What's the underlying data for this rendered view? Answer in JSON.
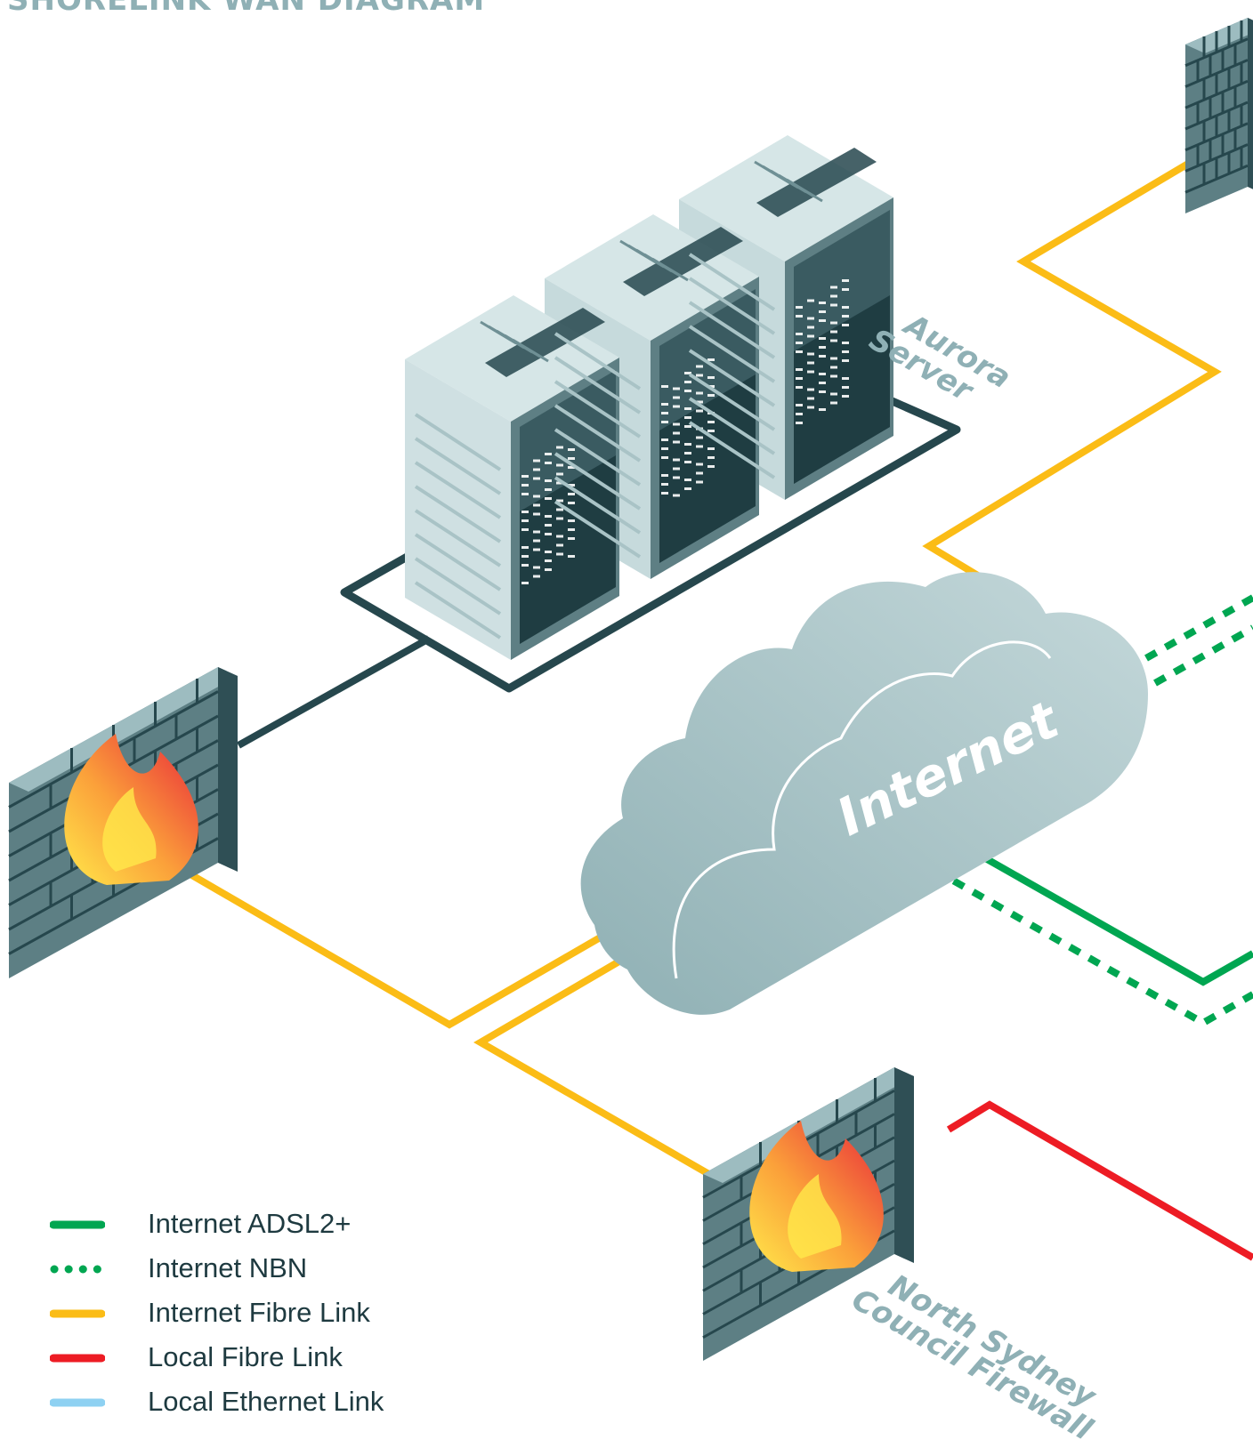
{
  "title": "SHORELINK WAN DIAGRAM",
  "nodes": {
    "aurora_server": {
      "line1": "Aurora",
      "line2": "Server"
    },
    "internet_cloud": {
      "label": "Internet"
    },
    "north_sydney_firewall": {
      "line1": "North Sydney",
      "line2": "Council Firewall"
    }
  },
  "legend": [
    {
      "label": "Internet ADSL2+",
      "color": "#00a651",
      "style": "solid"
    },
    {
      "label": "Internet NBN",
      "color": "#00a651",
      "style": "dotted"
    },
    {
      "label": "Internet Fibre Link",
      "color": "#fbbc16",
      "style": "solid"
    },
    {
      "label": "Local Fibre Link",
      "color": "#ed1c24",
      "style": "solid"
    },
    {
      "label": "Local Ethernet Link",
      "color": "#8ed1f2",
      "style": "solid"
    }
  ],
  "colors": {
    "adsl": "#00a651",
    "fibre": "#fbbc16",
    "local_fibre": "#ed1c24",
    "ethernet": "#8ed1f2",
    "server_front": "#cfe0e2",
    "server_dark": "#26474d",
    "firewall": "#5d7f84",
    "cloud": "#a9c2c5",
    "label": "#8fb0b5"
  }
}
